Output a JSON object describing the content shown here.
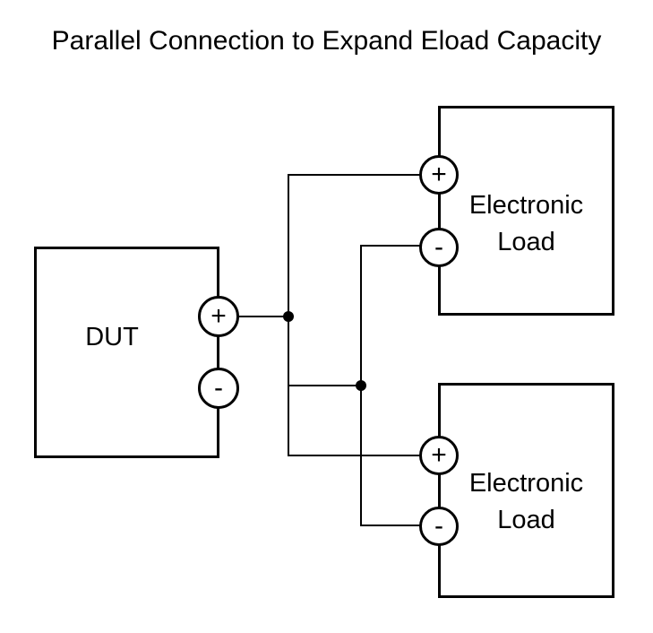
{
  "title": "Parallel Connection to Expand Eload Capacity",
  "colors": {
    "line": "#000000",
    "background": "#ffffff"
  },
  "dut": {
    "label": "DUT",
    "positive_terminal": "+",
    "negative_terminal": "-"
  },
  "loads": [
    {
      "label_line1": "Electronic",
      "label_line2": "Load",
      "positive_terminal": "+",
      "negative_terminal": "-"
    },
    {
      "label_line1": "Electronic",
      "label_line2": "Load",
      "positive_terminal": "+",
      "negative_terminal": "-"
    }
  ]
}
